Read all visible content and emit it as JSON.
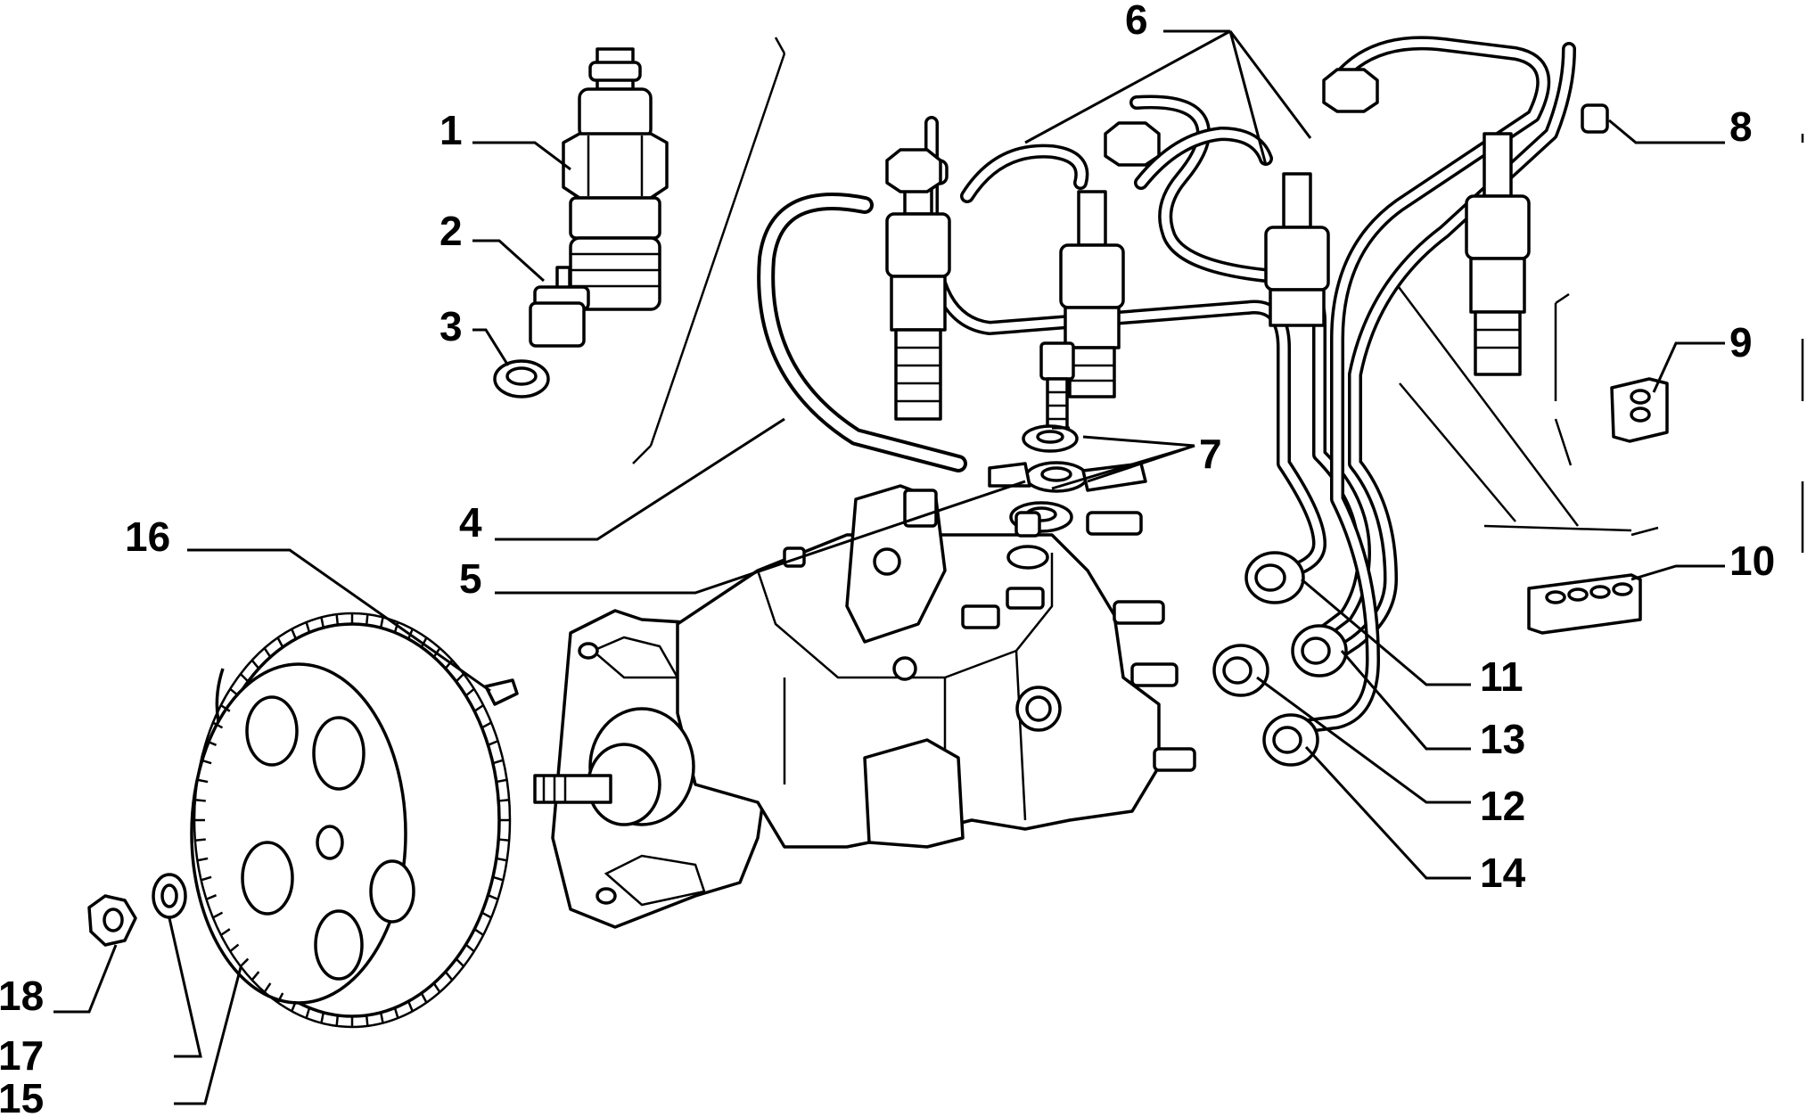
{
  "diagram": {
    "callouts": [
      {
        "id": "1",
        "label": "1"
      },
      {
        "id": "2",
        "label": "2"
      },
      {
        "id": "3",
        "label": "3"
      },
      {
        "id": "4",
        "label": "4"
      },
      {
        "id": "5",
        "label": "5"
      },
      {
        "id": "6",
        "label": "6"
      },
      {
        "id": "7",
        "label": "7"
      },
      {
        "id": "8",
        "label": "8"
      },
      {
        "id": "9",
        "label": "9"
      },
      {
        "id": "10",
        "label": "10"
      },
      {
        "id": "11",
        "label": "11"
      },
      {
        "id": "12",
        "label": "12"
      },
      {
        "id": "13",
        "label": "13"
      },
      {
        "id": "14",
        "label": "14"
      },
      {
        "id": "15",
        "label": "15"
      },
      {
        "id": "16",
        "label": "16"
      },
      {
        "id": "17",
        "label": "17"
      },
      {
        "id": "18",
        "label": "18"
      }
    ],
    "colors": {
      "ink": "#000000",
      "paper": "#ffffff"
    }
  }
}
